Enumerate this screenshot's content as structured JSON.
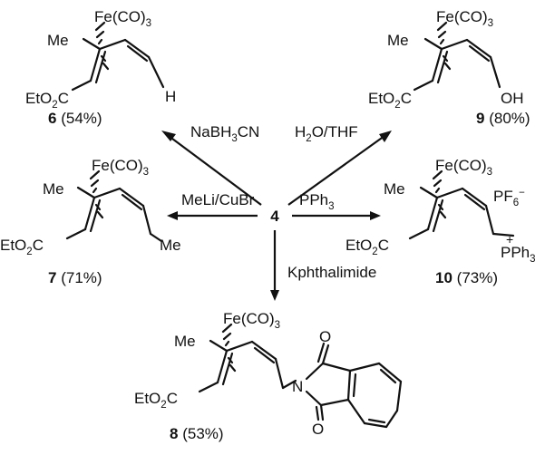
{
  "center": {
    "label": "4"
  },
  "molecule_text": {
    "fe": "Fe(CO)",
    "fe_sub": "3",
    "me": "Me",
    "ester": "EtO",
    "ester_sub": "2",
    "ester_c": "C"
  },
  "products": [
    {
      "id": "6",
      "yield": "(54%)",
      "substituent": "H"
    },
    {
      "id": "9",
      "yield": "(80%)",
      "substituent": "OH"
    },
    {
      "id": "7",
      "yield": "(71%)",
      "substituent": "Me"
    },
    {
      "id": "10",
      "yield": "(73%)",
      "substituent": "PPh",
      "substituent_sub": "3",
      "charge": "+",
      "counterion": "PF",
      "counterion_sub": "6",
      "counterion_sup": "−"
    },
    {
      "id": "8",
      "yield": "(53%)",
      "carbonyl_o": "O"
    }
  ],
  "reagents": [
    {
      "pre": "NaBH",
      "sub": "3",
      "post": "CN"
    },
    {
      "pre": "H",
      "sub": "2",
      "post": "O/THF"
    },
    {
      "pre": "MeLi/CuBr"
    },
    {
      "pre": "PPh",
      "sub": "3"
    },
    {
      "pre": "Kphthalimide"
    }
  ]
}
